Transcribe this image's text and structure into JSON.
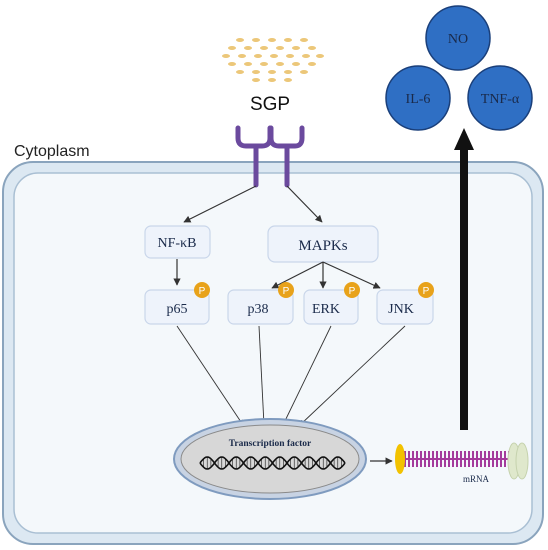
{
  "labels": {
    "ligand": "SGP",
    "compartment": "Cytoplasm",
    "nfkb": "NF-κB",
    "mapks": "MAPKs",
    "p65": "p65",
    "p38": "p38",
    "erk": "ERK",
    "jnk": "JNK",
    "phospho": "P",
    "transcription_factor": "Transcription factor",
    "mrna": "mRNA"
  },
  "cytokines": [
    "NO",
    "IL-6",
    "TNF-α"
  ],
  "colors": {
    "cytokine_fill": "#2f6fc4",
    "cytokine_stroke": "#1a3f7a",
    "receptor": "#6b4a9e",
    "phospho": "#e8a21a",
    "box_fill": "#eef3fb",
    "box_stroke": "#c9d6ea",
    "cell_fill": "#eef4f9",
    "cell_stroke": "#8aa4bd",
    "nucleus_fill": "#d7d7d7",
    "nucleus_stroke": "#7f9bbf",
    "mrna": "#a43b9c",
    "cap": "#f2c200",
    "ribosome": "#dfe8cc",
    "arrow": "#111111",
    "ligand_dot": "#ecc779"
  }
}
